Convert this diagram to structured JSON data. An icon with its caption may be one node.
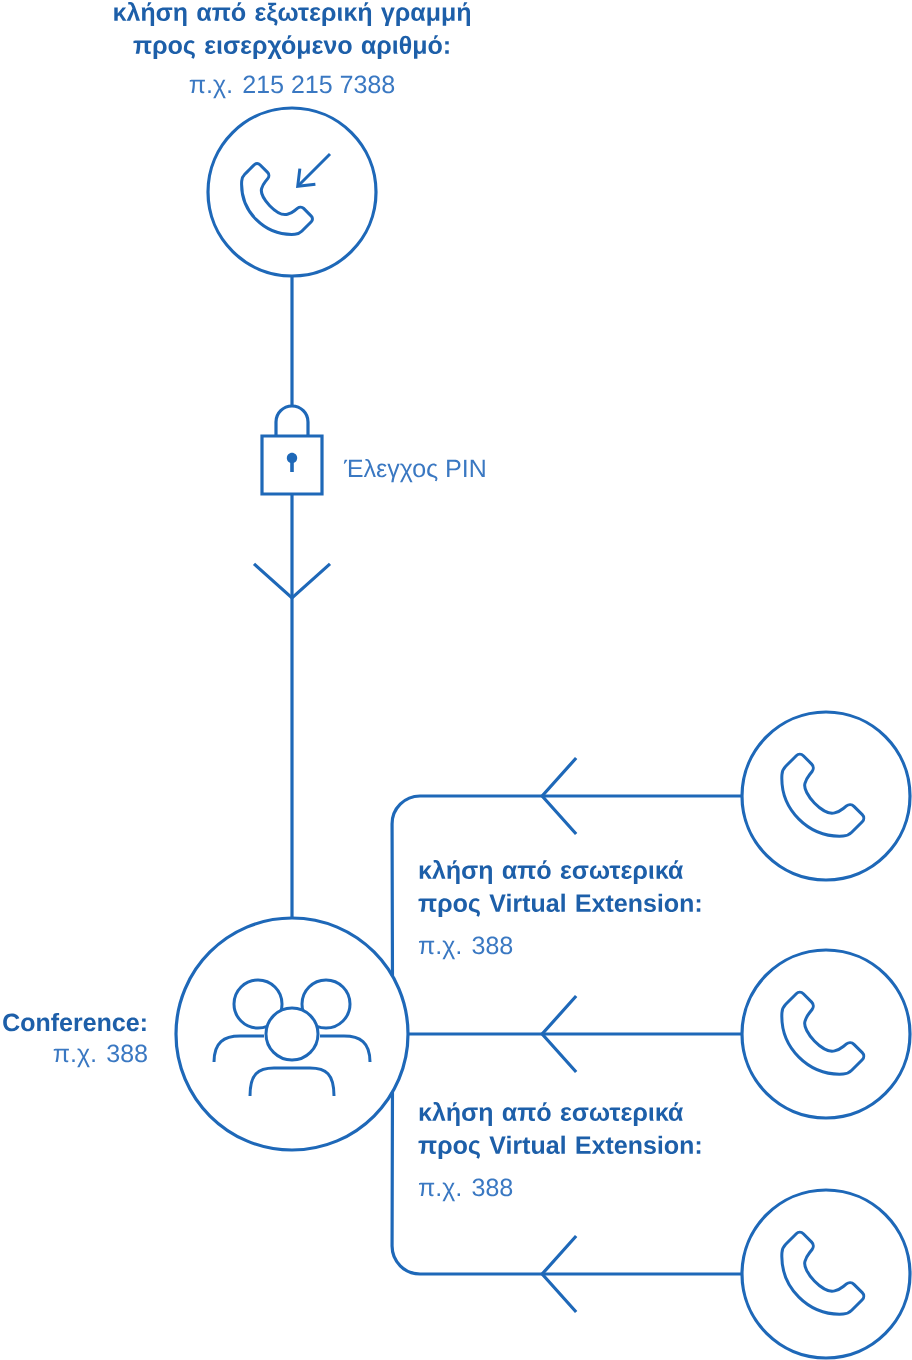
{
  "diagram": {
    "nodes": [
      {
        "text": [],
        "shape": "circle",
        "beside": [
          "κλήση από εξωτερική γραμμή προς εισερχόμενο αριθμό:",
          "π.χ. 215 215 7388"
        ]
      },
      {
        "text": [],
        "shape": "picture",
        "beside": [
          "Έλεγχος PIN"
        ]
      },
      {
        "text": [],
        "shape": "circle",
        "beside": [
          "Conference:",
          "π.χ. 388"
        ]
      },
      {
        "text": [],
        "shape": "circle"
      },
      {
        "text": [],
        "shape": "circle"
      },
      {
        "text": [],
        "shape": "circle"
      }
    ],
    "edges": [
      {
        "from": 0,
        "to": 1,
        "arrow": "none"
      },
      {
        "from": 1,
        "to": 2,
        "arrow": "to"
      },
      {
        "from": 3,
        "to": 2,
        "arrow": "to"
      },
      {
        "from": 4,
        "to": 2,
        "arrow": "to"
      },
      {
        "from": 5,
        "to": 2,
        "arrow": "to"
      }
    ],
    "labels": [
      "κλήση από εσωτερικά προς Virtual Extension:",
      "π.χ. 388",
      "κλήση από εσωτερικά προς Virtual Extension:",
      "π.χ. 388"
    ]
  }
}
